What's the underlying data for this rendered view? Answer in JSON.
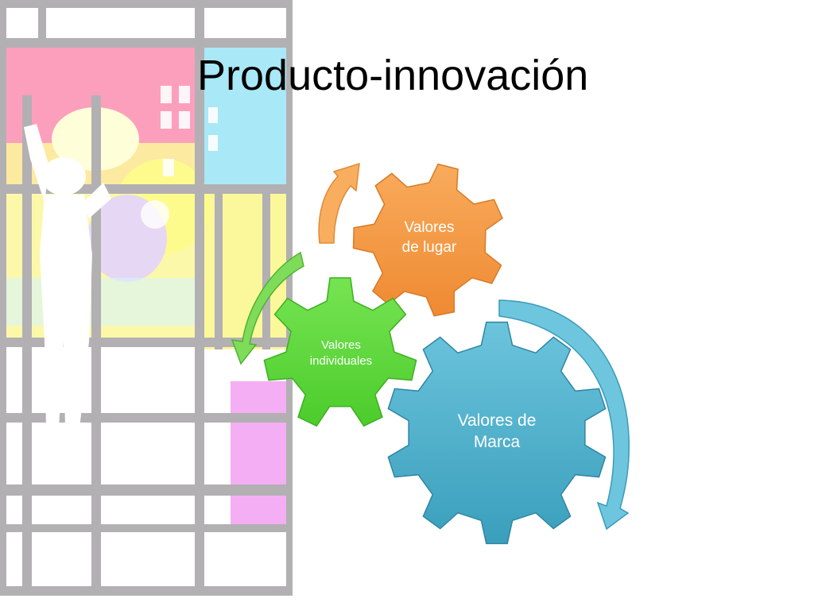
{
  "slide": {
    "title": "Producto-innovación"
  },
  "gears": {
    "place": {
      "line1": "Valores",
      "line2": "de lugar",
      "color": "#f59a45"
    },
    "individual": {
      "line1": "Valores",
      "line2": "individuales",
      "color": "#5fdc3c"
    },
    "brand": {
      "line1": "Valores de",
      "line2": "Marca",
      "color": "#4aaec8"
    }
  },
  "arrows": {
    "orange": "#f5a54a",
    "green": "#6fd94a",
    "blue": "#5ab8d4"
  },
  "background_colors": {
    "pink": "#fc9fbd",
    "cyan": "#a9e8f6",
    "yellow": "#fbf79b",
    "lavender": "#e6d8f4",
    "grid": "#b2b0b2",
    "magenta": "#f08cf0"
  }
}
